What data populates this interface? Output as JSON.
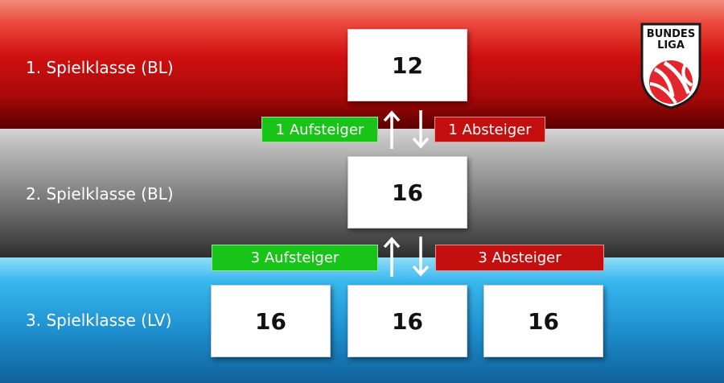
{
  "tiers": [
    {
      "label": "1. Spielklasse (BL)"
    },
    {
      "label": "2. Spielklasse (BL)"
    },
    {
      "label": "3. Spielklasse (LV)"
    }
  ],
  "boxes": {
    "tier1": "12",
    "tier2": "16",
    "tier3": [
      "16",
      "16",
      "16"
    ]
  },
  "transitions": {
    "upper": {
      "promotion": "1 Aufsteiger",
      "relegation": "1 Absteiger"
    },
    "lower": {
      "promotion": "3 Aufsteiger",
      "relegation": "3 Absteiger"
    }
  },
  "logo": {
    "line1": "BUNDES",
    "line2": "LIGA"
  },
  "colors": {
    "promotion": "#18c418",
    "relegation": "#c40f0f",
    "tier1": "#d01010",
    "tier2": "#6e6e6e",
    "tier3": "#1e90cf"
  }
}
